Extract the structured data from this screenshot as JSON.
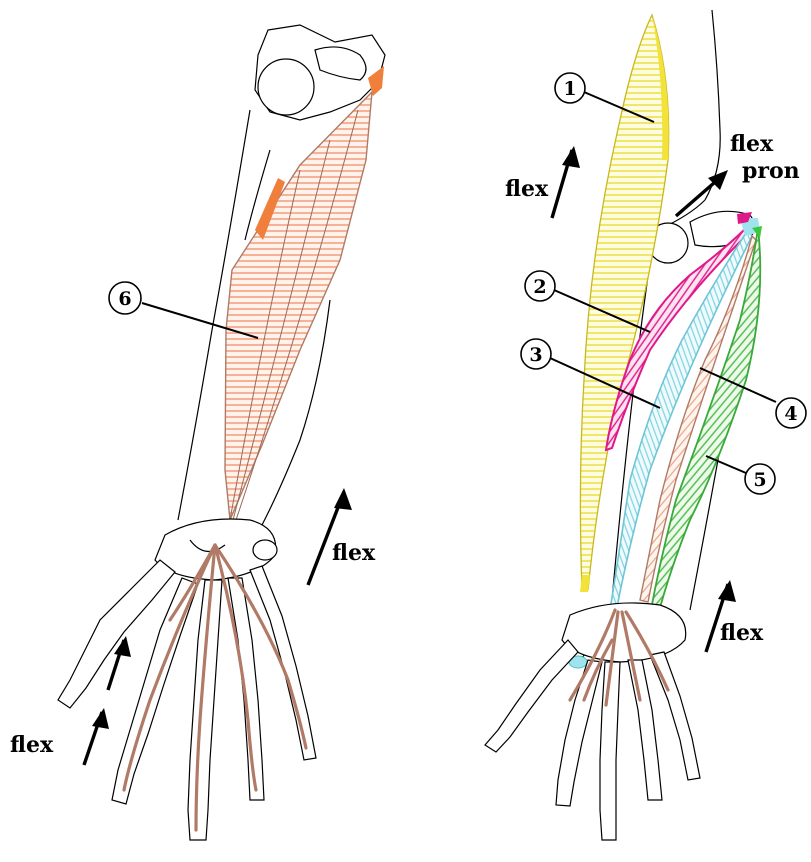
{
  "left_figure": {
    "muscle_number": "6",
    "flex_label_right": "flex",
    "flex_label_fingers": "flex"
  },
  "right_figure": {
    "muscle_numbers": [
      "1",
      "2",
      "3",
      "4",
      "5"
    ],
    "flex_label_upper": "flex",
    "flex_pron_label_line1": "flex",
    "flex_pron_label_line2": "pron",
    "flex_label_lower": "flex"
  },
  "colors": {
    "muscle_6": "#f2b8a0",
    "muscle_1": "#fff59a",
    "muscle_2": "#e0198a",
    "muscle_3": "#9fe3ef",
    "muscle_4": "#f2c4ae",
    "muscle_5": "#5cc45c",
    "tendon": "#b07a66",
    "origin": "#f07f3c"
  }
}
